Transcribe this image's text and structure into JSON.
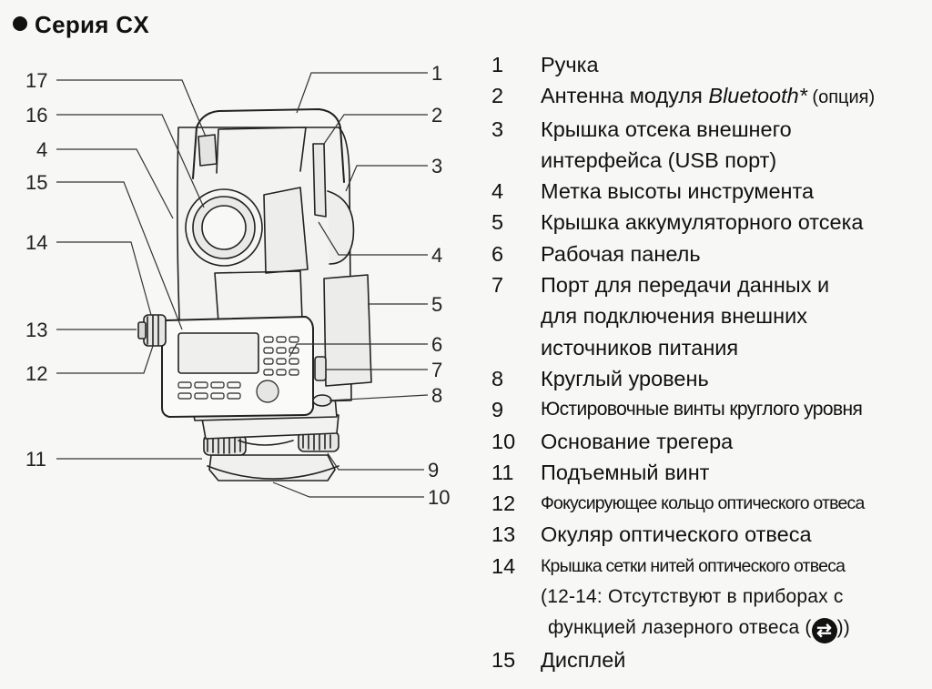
{
  "title": "Серия CX",
  "callout_numbers": [
    "1",
    "2",
    "3",
    "4",
    "5",
    "6",
    "7",
    "8",
    "9",
    "10",
    "11",
    "12",
    "13",
    "14",
    "15",
    "16",
    "17"
  ],
  "legend": [
    {
      "num": "1",
      "text": "Ручка"
    },
    {
      "num": "2",
      "text_before": "Антенна модуля ",
      "text_italic": "Bluetooth*",
      "text_after": " (опция)"
    },
    {
      "num": "3",
      "text": "Крышка отсека внешнего",
      "text_cont": "интерфейса (USB порт)"
    },
    {
      "num": "4",
      "text": "Метка высоты инструмента"
    },
    {
      "num": "5",
      "text": "Крышка аккумуляторного отсека"
    },
    {
      "num": "6",
      "text": "Рабочая панель"
    },
    {
      "num": "7",
      "text": "Порт для передачи данных и",
      "text_cont": "для подключения внешних",
      "text_cont2": "источников питания"
    },
    {
      "num": "8",
      "text": "Круглый уровень"
    },
    {
      "num": "9",
      "text": "Юстировочные винты круглого уровня"
    },
    {
      "num": "10",
      "text": "Основание трегера"
    },
    {
      "num": "11",
      "text": "Подъемный винт"
    },
    {
      "num": "12",
      "text": "Фокусирующее кольцо оптического отвеса"
    },
    {
      "num": "13",
      "text": "Окуляр оптического отвеса"
    },
    {
      "num": "14",
      "text": "Крышка сетки нитей оптического отвеса"
    },
    {
      "num": "15",
      "text": "Дисплей"
    }
  ],
  "note": {
    "line1": "(12-14: Отсутствуют в приборах с",
    "line2_before": "функцией лазерного отвеса (",
    "line2_after": "))",
    "icon": "laser-plummet-icon"
  }
}
